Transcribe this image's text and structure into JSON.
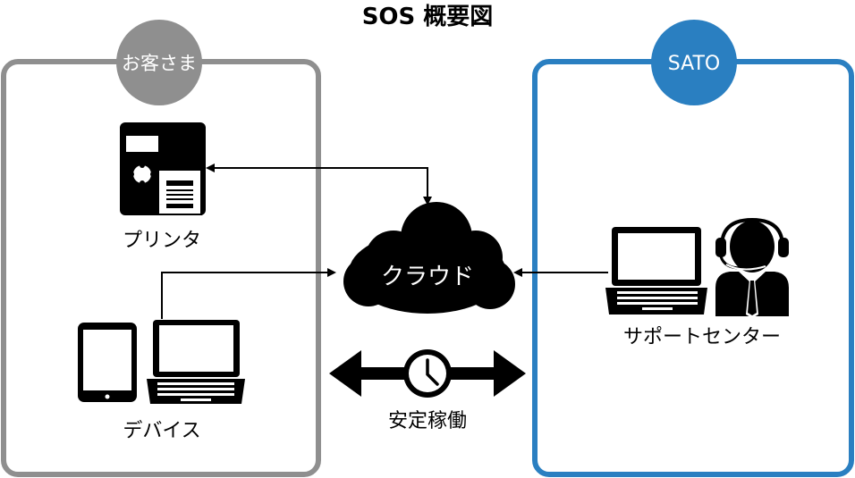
{
  "title": "SOS 概要図",
  "customer": {
    "badge": "お客さま",
    "printer_label": "プリンタ",
    "device_label": "デバイス"
  },
  "sato": {
    "badge": "SATO",
    "support_label": "サポートセンター"
  },
  "cloud": {
    "label": "クラウド"
  },
  "uptime": {
    "label": "安定稼働"
  },
  "colors": {
    "customer_frame": "#8f8f8f",
    "sato_frame": "#2a7fc1",
    "ink": "#000000"
  },
  "icons": [
    "printer-icon",
    "tablet-icon",
    "laptop-icon",
    "cloud-icon",
    "clock-icon",
    "headset-operator-icon"
  ]
}
